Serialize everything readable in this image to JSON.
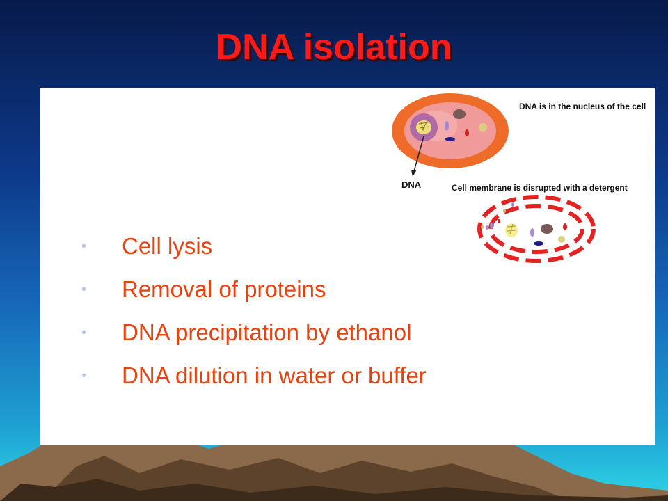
{
  "slide": {
    "title": "DNA isolation",
    "bullets": [
      "Cell lysis",
      "Removal of proteins",
      "DNA precipitation by ethanol",
      "DNA dilution in water or buffer"
    ]
  },
  "diagram": {
    "nucleus_caption": "DNA is in the nucleus of the cell",
    "dna_label": "DNA",
    "membrane_caption": "Cell membrane  is disrupted with a detergent"
  },
  "colors": {
    "title": "#ff1a1a",
    "bullet_text": "#e8420e",
    "bullet_dot": "#b9c3ea",
    "cell_wall": "#ee6b2a",
    "membrane_dashed": "#e32222"
  },
  "icons": {
    "bullet": "•"
  }
}
